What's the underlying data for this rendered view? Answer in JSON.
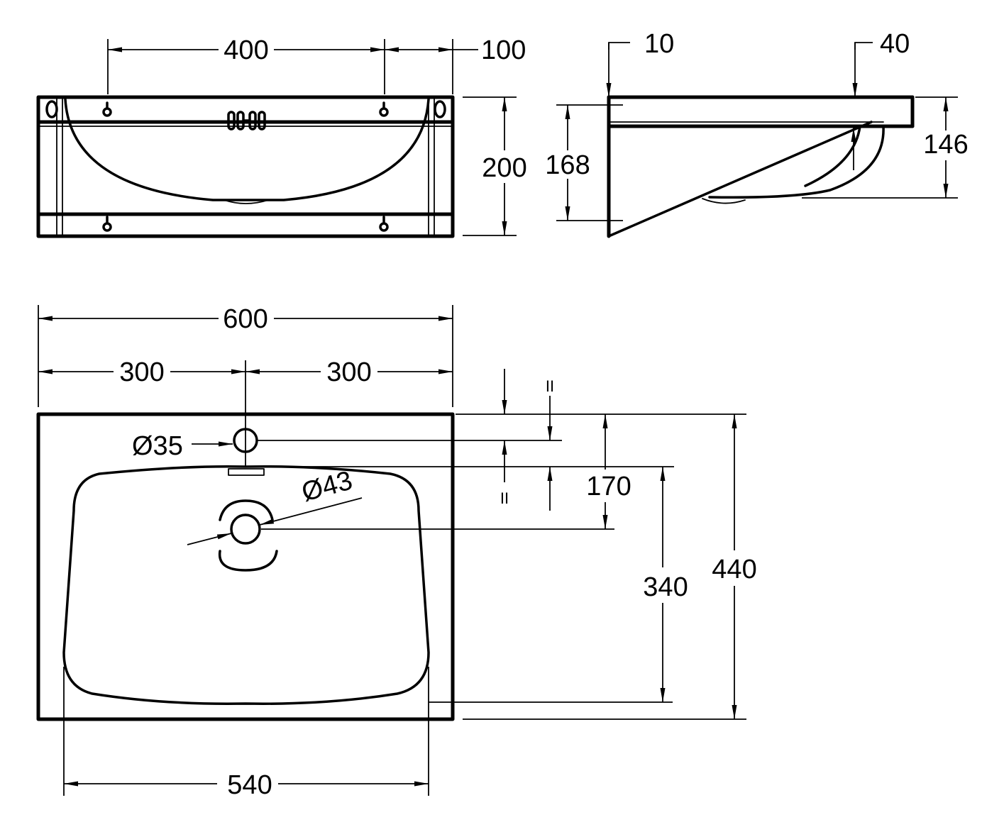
{
  "front_view": {
    "dim_400": "400",
    "dim_100": "100",
    "dim_200": "200"
  },
  "side_view": {
    "dim_10": "10",
    "dim_40": "40",
    "dim_168": "168",
    "dim_146": "146"
  },
  "top_view": {
    "dim_600": "600",
    "dim_300_left": "300",
    "dim_300_right": "300",
    "dim_tap_hole": "Ø35",
    "dim_drain": "Ø43",
    "dim_170": "170",
    "dim_340": "340",
    "dim_440": "440",
    "dim_540": "540",
    "mark_upper": "II",
    "mark_lower": "II"
  }
}
